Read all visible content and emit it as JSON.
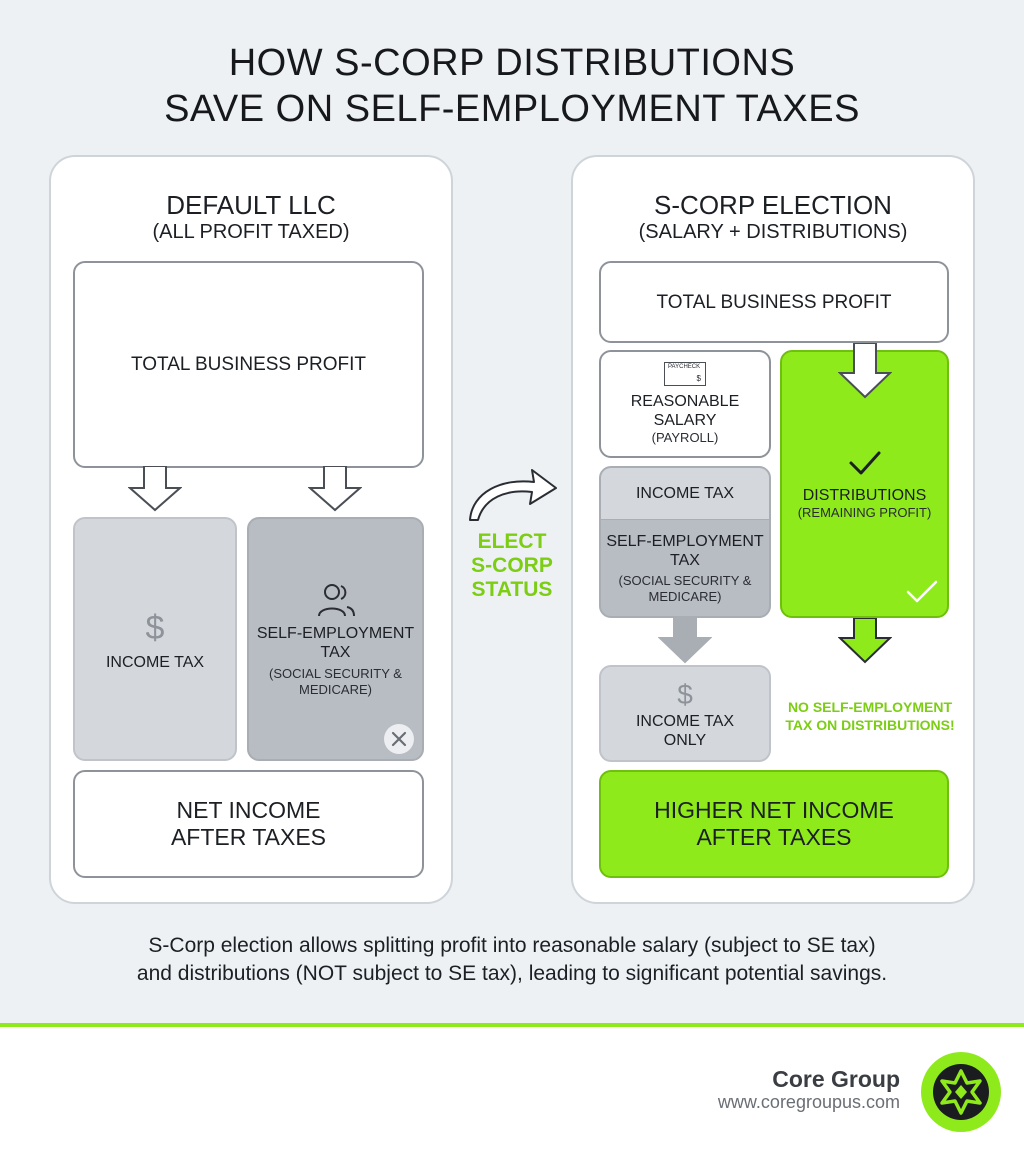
{
  "title": {
    "line1": "HOW S-CORP DISTRIBUTIONS",
    "line2": "SAVE ON SELF-EMPLOYMENT TAXES"
  },
  "left_panel": {
    "title": "DEFAULT LLC",
    "subtitle": "(ALL PROFIT TAXED)",
    "profit_box": "TOTAL BUSINESS PROFIT",
    "income_tax": "INCOME TAX",
    "se_tax_title": "SELF-EMPLOYMENT TAX",
    "se_tax_note": "(SOCIAL SECURITY & MEDICARE)",
    "net_income": "NET INCOME AFTER TAXES"
  },
  "middle": {
    "elect_label": "ELECT S-CORP STATUS"
  },
  "right_panel": {
    "title": "S-CORP ELECTION",
    "subtitle": "(SALARY + DISTRIBUTIONS)",
    "profit_box": "TOTAL BUSINESS PROFIT",
    "paycheck_label": "PAYCHECK",
    "paycheck_dollar": "$",
    "salary_title": "REASONABLE SALARY",
    "salary_note": "(PAYROLL)",
    "income_tax": "INCOME TAX",
    "se_tax_title": "SELF-EMPLOYMENT TAX",
    "se_tax_note": "(SOCIAL SECURITY & MEDICARE)",
    "distributions_title": "DISTRIBUTIONS",
    "distributions_note": "(REMAINING PROFIT)",
    "income_tax_only": "INCOME TAX ONLY",
    "no_se_tax_note": "NO SELF-EMPLOYMENT TAX ON DISTRIBUTIONS!",
    "higher_net": "HIGHER NET INCOME AFTER TAXES"
  },
  "caption": {
    "line1": "S-Corp election allows splitting profit into reasonable salary (subject to SE tax)",
    "line2": "and distributions (NOT subject to SE tax), leading to significant potential savings."
  },
  "footer": {
    "brand_name": "Core Group",
    "brand_url": "www.coregroupus.com"
  },
  "colors": {
    "accent_lime": "#8fea1c",
    "accent_lime_text": "#7ccd14",
    "grey_light": "#d4d7dc",
    "grey_mid": "#b8bcc3",
    "background": "#eef1f4"
  },
  "icons": {
    "dollar": "dollar-icon",
    "people": "people-icon",
    "close": "close-circle-icon",
    "check": "checkmark-icon",
    "paycheck": "paycheck-icon",
    "curved_arrow": "curved-arrow-icon",
    "logo": "core-group-logo-icon"
  }
}
